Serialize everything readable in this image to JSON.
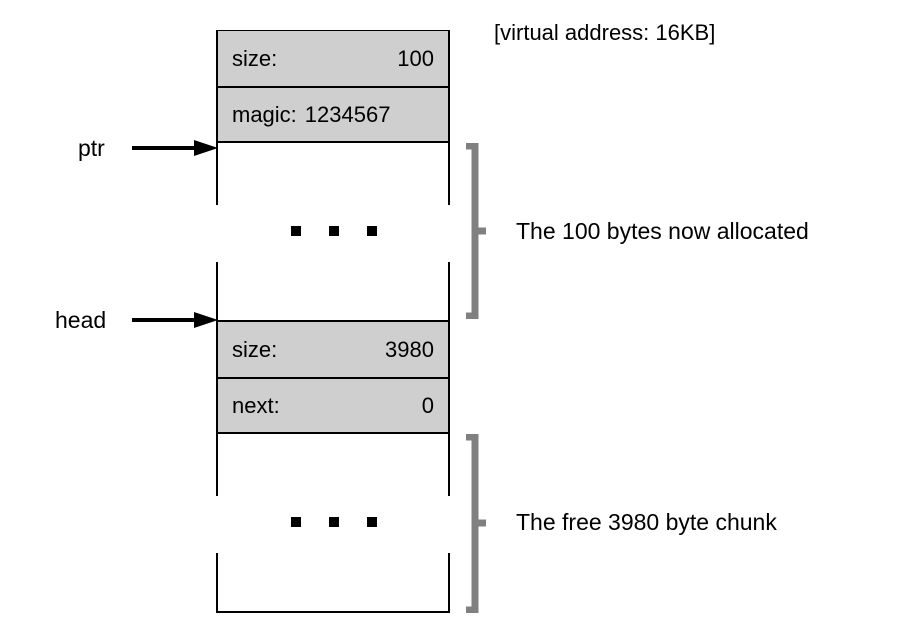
{
  "diagram": {
    "virtual_address_note": "[virtual address: 16KB]",
    "colors": {
      "header_fill": "#cfcfcf",
      "outline": "#000000",
      "bracket": "#808080",
      "background": "#ffffff"
    },
    "header_rows": [
      {
        "id": "size-100",
        "key": "size:",
        "value": "100"
      },
      {
        "id": "magic",
        "key": "magic:",
        "value": "1234567"
      },
      {
        "id": "size-3980",
        "key": "size:",
        "value": "3980"
      },
      {
        "id": "next",
        "key": "next:",
        "value": "0"
      }
    ],
    "pointers": [
      {
        "id": "ptr",
        "label": "ptr"
      },
      {
        "id": "head",
        "label": "head"
      }
    ],
    "annotations": [
      {
        "id": "allocated",
        "text": "The 100 bytes now allocated"
      },
      {
        "id": "free",
        "text": "The free 3980 byte chunk"
      }
    ],
    "ellipsis_glyph": "..."
  }
}
